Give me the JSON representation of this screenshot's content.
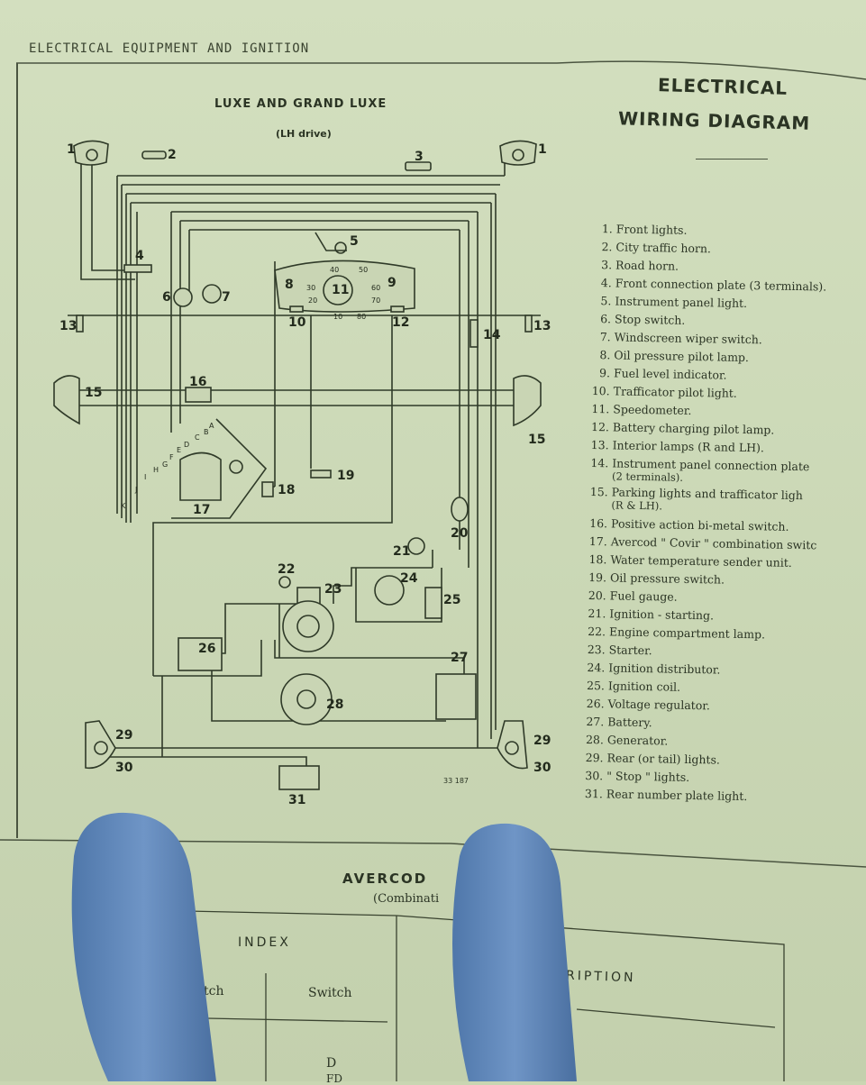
{
  "page": {
    "running_head": "ELECTRICAL EQUIPMENT AND IGNITION",
    "heading_line1": "ELECTRICAL",
    "heading_line2": "WIRING DIAGRAM",
    "diagram_title": "LUXE AND GRAND LUXE",
    "diagram_subtitle": "(LH drive)",
    "reference_code": "33 187"
  },
  "legend": [
    {
      "num": "1.",
      "text": "Front lights."
    },
    {
      "num": "2.",
      "text": "City traffic horn."
    },
    {
      "num": "3.",
      "text": "Road horn."
    },
    {
      "num": "4.",
      "text": "Front connection plate (3 terminals)."
    },
    {
      "num": "5.",
      "text": "Instrument panel light."
    },
    {
      "num": "6.",
      "text": "Stop switch."
    },
    {
      "num": "7.",
      "text": "Windscreen wiper switch."
    },
    {
      "num": "8.",
      "text": "Oil pressure pilot lamp."
    },
    {
      "num": "9.",
      "text": "Fuel level indicator."
    },
    {
      "num": "10.",
      "text": "Trafficator pilot light."
    },
    {
      "num": "11.",
      "text": "Speedometer."
    },
    {
      "num": "12.",
      "text": "Battery charging pilot lamp."
    },
    {
      "num": "13.",
      "text": "Interior lamps (R and LH)."
    },
    {
      "num": "14.",
      "text": "Instrument panel connection plate",
      "cont": "(2 terminals)."
    },
    {
      "num": "15.",
      "text": "Parking lights and trafficator ligh",
      "cont": "(R & LH)."
    },
    {
      "num": "16.",
      "text": "Positive action bi-metal switch."
    },
    {
      "num": "17.",
      "text": "Avercod \" Covir \" combination switc"
    },
    {
      "num": "18.",
      "text": "Water temperature sender unit."
    },
    {
      "num": "19.",
      "text": "Oil pressure switch."
    },
    {
      "num": "20.",
      "text": "Fuel gauge."
    },
    {
      "num": "21.",
      "text": "Ignition - starting."
    },
    {
      "num": "22.",
      "text": "Engine compartment lamp."
    },
    {
      "num": "23.",
      "text": "Starter."
    },
    {
      "num": "24.",
      "text": "Ignition distributor."
    },
    {
      "num": "25.",
      "text": "Ignition coil."
    },
    {
      "num": "26.",
      "text": "Voltage regulator."
    },
    {
      "num": "27.",
      "text": "Battery."
    },
    {
      "num": "28.",
      "text": "Generator."
    },
    {
      "num": "29.",
      "text": "Rear (or tail) lights."
    },
    {
      "num": "30.",
      "text": "\" Stop \" lights."
    },
    {
      "num": "31.",
      "text": "Rear number plate light."
    }
  ],
  "diagram_labels": {
    "n1": "1",
    "n2": "2",
    "n3": "3",
    "n4": "4",
    "n5": "5",
    "n6": "6",
    "n7": "7",
    "n8": "8",
    "n9": "9",
    "n10": "10",
    "n11": "11",
    "n12": "12",
    "n13": "13",
    "n14": "14",
    "n15": "15",
    "n16": "16",
    "n17": "17",
    "n18": "18",
    "n19": "19",
    "n20": "20",
    "n21": "21",
    "n22": "22",
    "n23": "23",
    "n24": "24",
    "n25": "25",
    "n26": "26",
    "n27": "27",
    "n28": "28",
    "n29": "29",
    "n30": "30",
    "n31": "31",
    "lA": "A",
    "lB": "B",
    "lC": "C",
    "lD": "D",
    "lE": "E",
    "lF": "F",
    "lG": "G",
    "lH": "H",
    "lI": "I",
    "lJ": "J",
    "lK": "K",
    "s40": "40",
    "s50": "50",
    "s30": "30",
    "s60": "60",
    "s20": "20",
    "s70": "70",
    "s10": "10",
    "s80": "80"
  },
  "lower_page": {
    "title": "AVERCOD",
    "subtitle": "(Combinati",
    "index_label": "INDEX",
    "desc_label": "RIPTION",
    "col1": "tch",
    "col2": "Switch",
    "cell_d": "D",
    "cell_fd": "FD"
  },
  "colors": {
    "paper": "#cbd8b6",
    "ink": "#2b3424",
    "glove": "#5f86b8"
  }
}
